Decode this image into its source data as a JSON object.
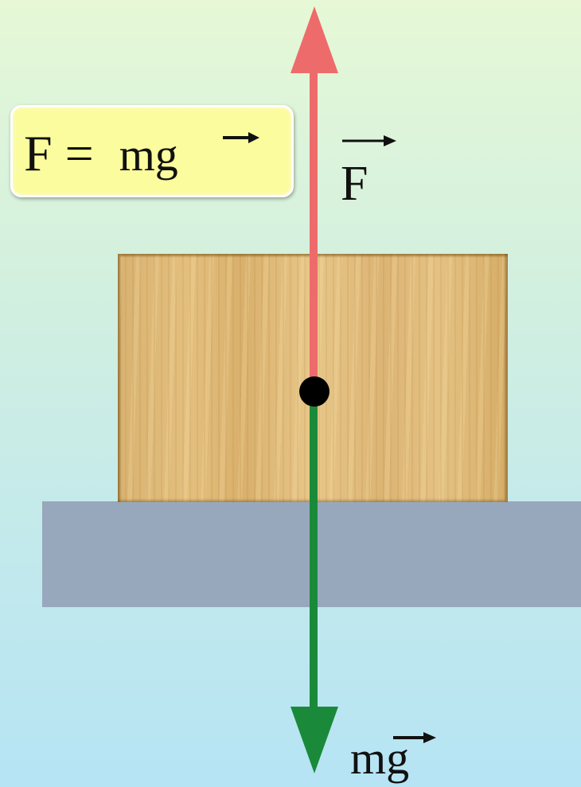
{
  "formula": {
    "lhs": "F",
    "equals": "=",
    "rhs": "mg"
  },
  "labels": {
    "force_vector": "F",
    "weight_vector": "mg"
  },
  "colors": {
    "force_arrow": "#ee6b6b",
    "weight_arrow": "#1a8a3a",
    "center_of_mass": "#000000",
    "formula_box": "#fbfc9d",
    "surface": "#98a8bc",
    "block": "#ddb574"
  }
}
